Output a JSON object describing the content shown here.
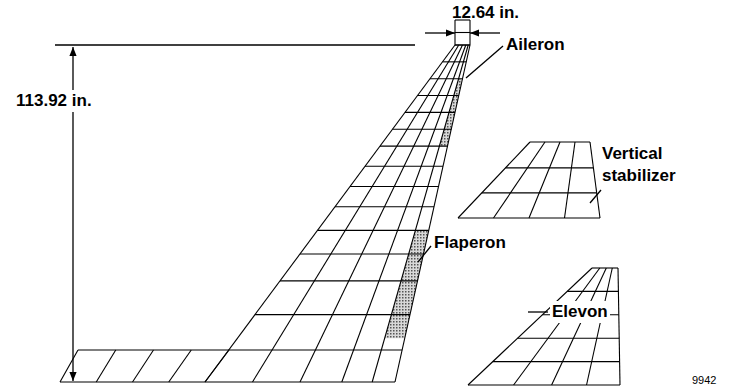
{
  "diagram": {
    "labels": [
      "12.64 in.",
      "113.92 in.",
      "Aileron",
      "Vertical stabilizer",
      "Flaperon",
      "Elevon",
      "9942"
    ]
  }
}
